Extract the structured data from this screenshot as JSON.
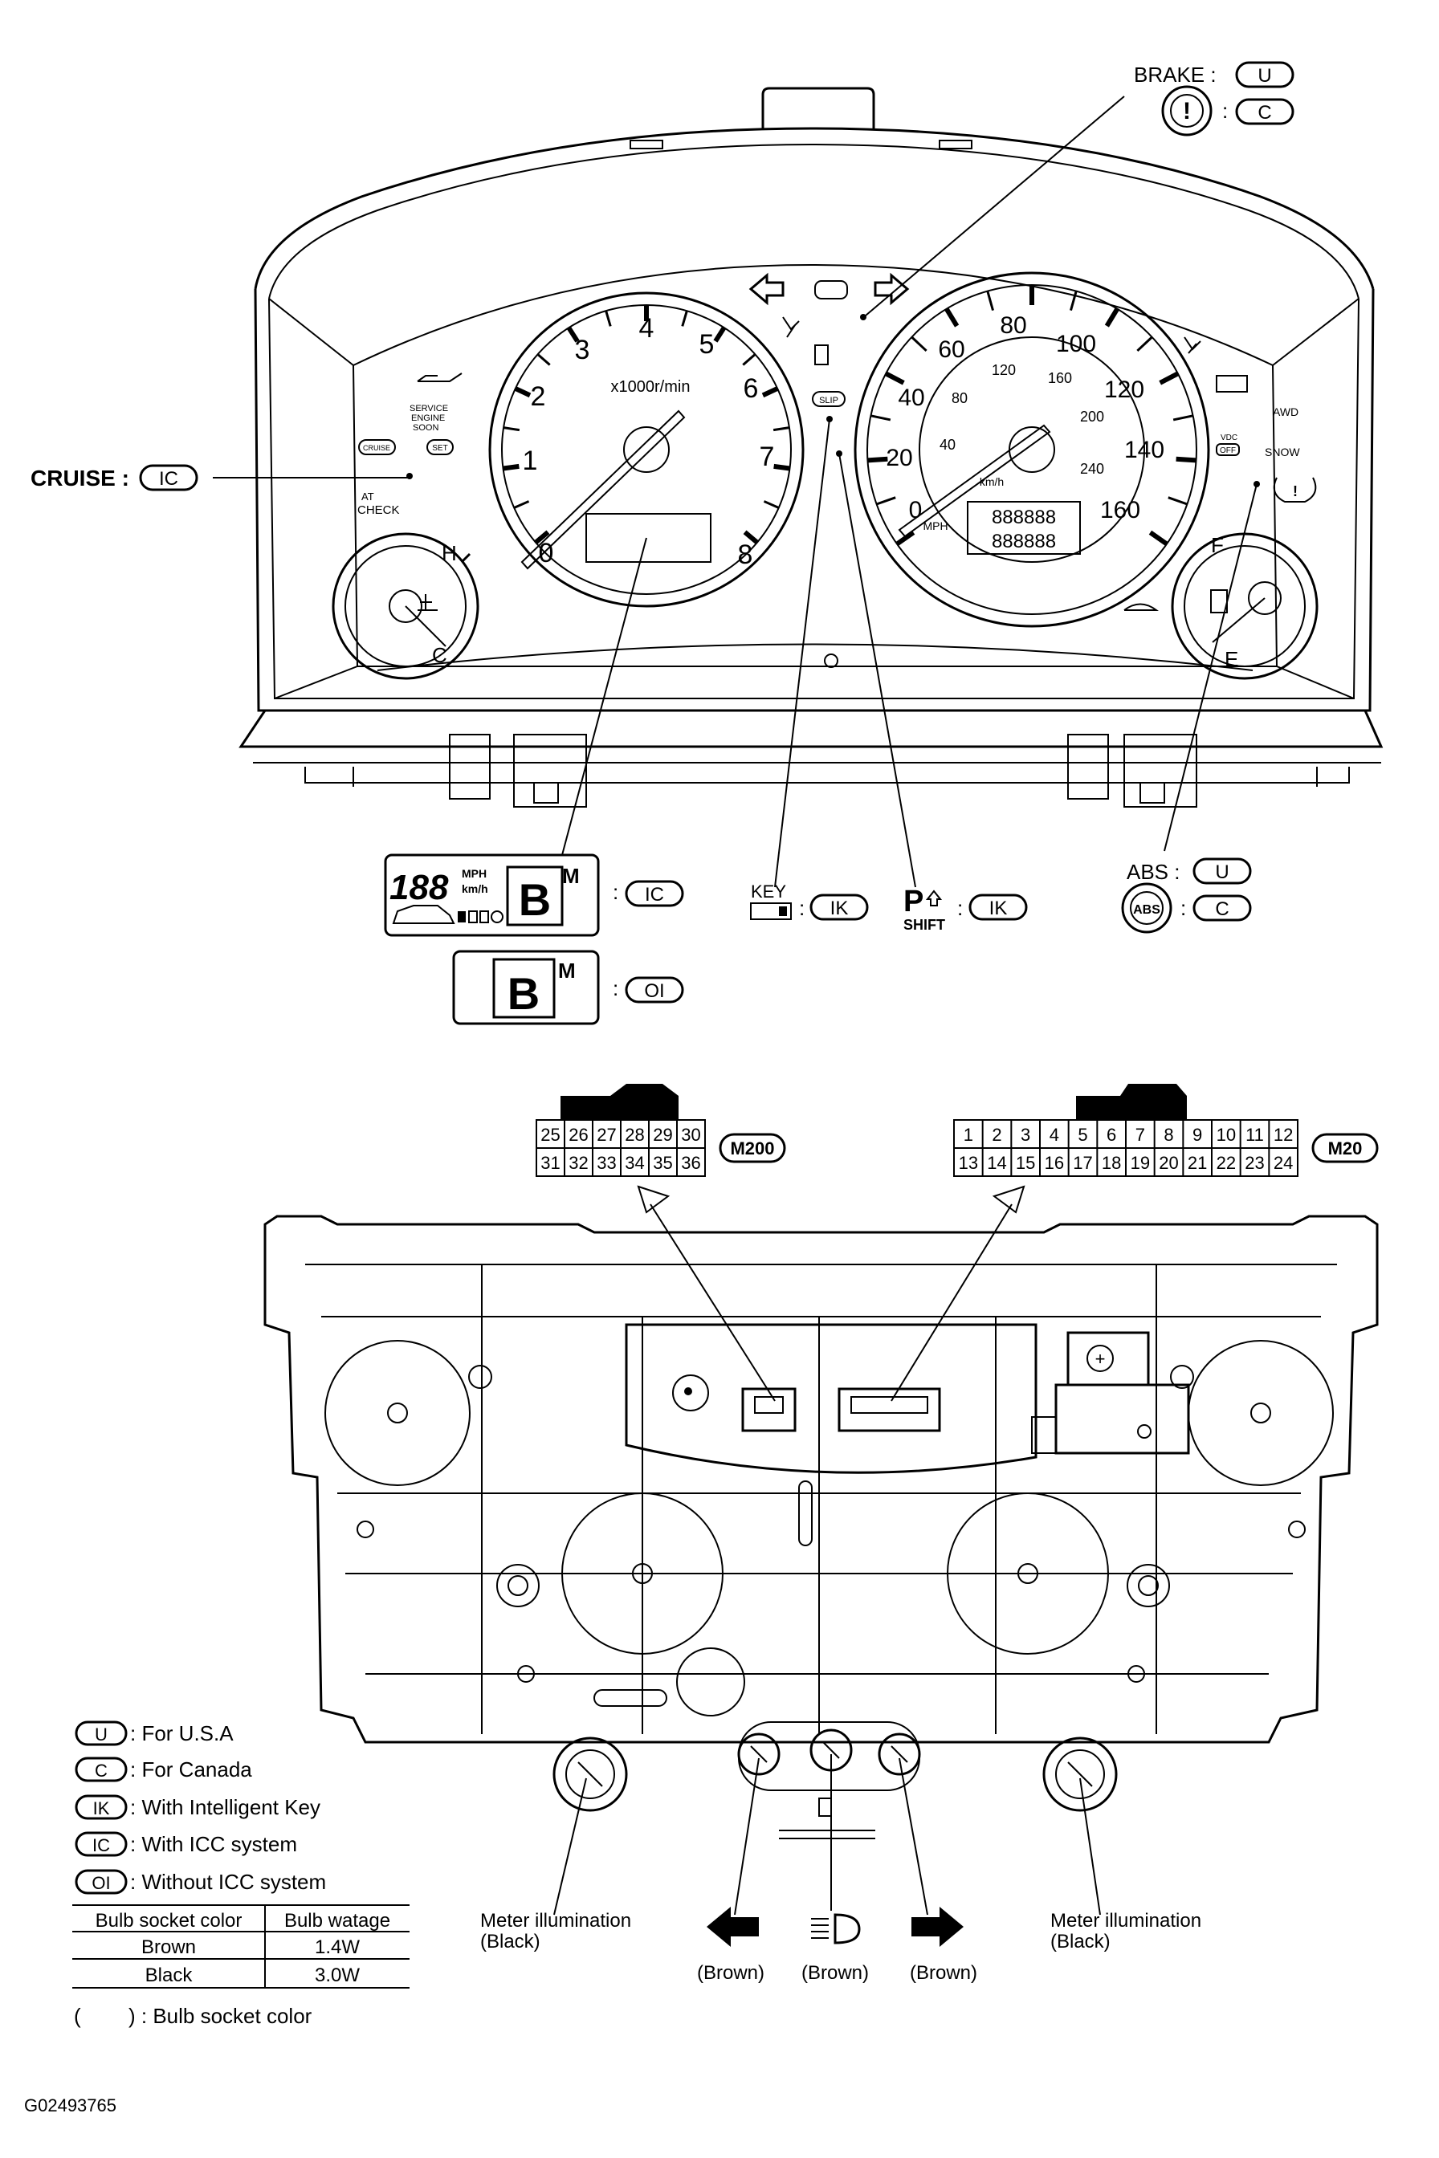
{
  "cluster": {
    "tach_label": "x1000r/min",
    "tach_numbers": [
      "0",
      "1",
      "2",
      "3",
      "4",
      "5",
      "6",
      "7",
      "8"
    ],
    "speedo_mph_numbers": [
      "0",
      "20",
      "40",
      "60",
      "80",
      "100",
      "120",
      "140",
      "160"
    ],
    "speedo_kmh_numbers": [
      "40",
      "80",
      "120",
      "160",
      "200",
      "240"
    ],
    "speedo_mph_unit": "MPH",
    "speedo_kmh_unit": "km/h",
    "odometer_top": "888888",
    "odometer_bottom": "888888",
    "temp_h": "H",
    "temp_c": "C",
    "fuel_f": "F",
    "fuel_e": "E",
    "service_engine_soon": [
      "SERVICE",
      "ENGINE",
      "SOON"
    ],
    "cruise_btn": "CRUISE",
    "set_btn": "SET",
    "at_check": [
      "AT",
      "CHECK"
    ],
    "slip": "SLIP",
    "vdc_off": [
      "VDC",
      "OFF"
    ],
    "awd": "AWD",
    "snow": "SNOW"
  },
  "callouts": {
    "brake": "BRAKE :",
    "brake_u": "U",
    "brake_c": "C",
    "brake_icon": "!",
    "cruise": "CRUISE :",
    "cruise_ic": "IC",
    "ic_display_speed": "188",
    "ic_display_mph": "MPH",
    "ic_display_kmh": "km/h",
    "ic_display_m": "M",
    "ic_code": "IC",
    "oi_display_m": "M",
    "oi_code": "OI",
    "key_label": "KEY",
    "key_code": "IK",
    "p_label": "P",
    "shift_label": "SHIFT",
    "shift_code": "IK",
    "abs": "ABS :",
    "abs_u": "U",
    "abs_c": "C",
    "abs_icon": "ABS",
    "colon": ":"
  },
  "connectors": {
    "m200": {
      "name": "M200",
      "top_row": [
        "25",
        "26",
        "27",
        "28",
        "29",
        "30"
      ],
      "bottom_row": [
        "31",
        "32",
        "33",
        "34",
        "35",
        "36"
      ]
    },
    "m20": {
      "name": "M20",
      "top_row": [
        "1",
        "2",
        "3",
        "4",
        "5",
        "6",
        "7",
        "8",
        "9",
        "10",
        "11",
        "12"
      ],
      "bottom_row": [
        "13",
        "14",
        "15",
        "16",
        "17",
        "18",
        "19",
        "20",
        "21",
        "22",
        "23",
        "24"
      ]
    }
  },
  "legend": {
    "items": [
      {
        "code": "U",
        "text": ": For U.S.A"
      },
      {
        "code": "C",
        "text": ": For Canada"
      },
      {
        "code": "IK",
        "text": ": With Intelligent Key"
      },
      {
        "code": "IC",
        "text": ": With ICC system"
      },
      {
        "code": "OI",
        "text": ": Without ICC system"
      }
    ],
    "table_headers": [
      "Bulb socket color",
      "Bulb watage"
    ],
    "table_rows": [
      [
        "Brown",
        "1.4W"
      ],
      [
        "Black",
        "3.0W"
      ]
    ],
    "socket_note_open": "(",
    "socket_note_text": ") : Bulb socket color"
  },
  "rear_labels": {
    "left_meter": [
      "Meter illumination",
      "(Black)"
    ],
    "right_meter": [
      "Meter illumination",
      "(Black)"
    ],
    "brown1": "(Brown)",
    "brown2": "(Brown)",
    "brown3": "(Brown)"
  },
  "figure_id": "G02493765"
}
